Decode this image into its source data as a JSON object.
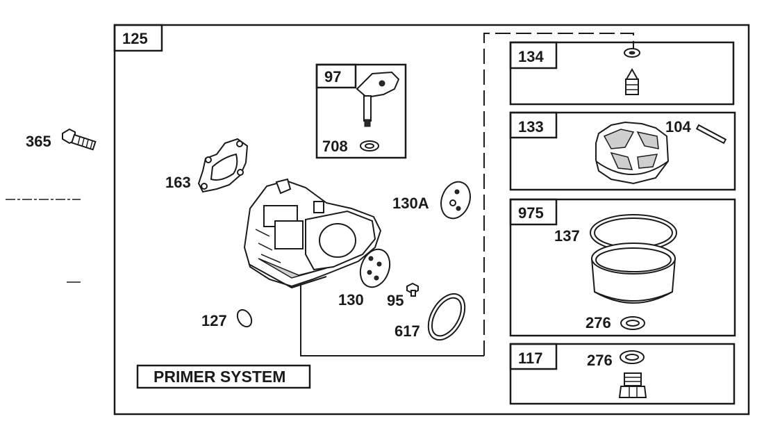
{
  "diagram": {
    "main_box_label": "125",
    "left_bolt_label": "365",
    "primer_system_label": "PRIMER SYSTEM",
    "sub_boxes": {
      "b97": "97",
      "b134": "134",
      "b133": "133",
      "b975": "975",
      "b117": "117"
    },
    "parts": {
      "p708": "708",
      "p163": "163",
      "p130A": "130A",
      "p130": "130",
      "p95": "95",
      "p617": "617",
      "p127": "127",
      "p104": "104",
      "p137": "137",
      "p276a": "276",
      "p276b": "276"
    }
  }
}
